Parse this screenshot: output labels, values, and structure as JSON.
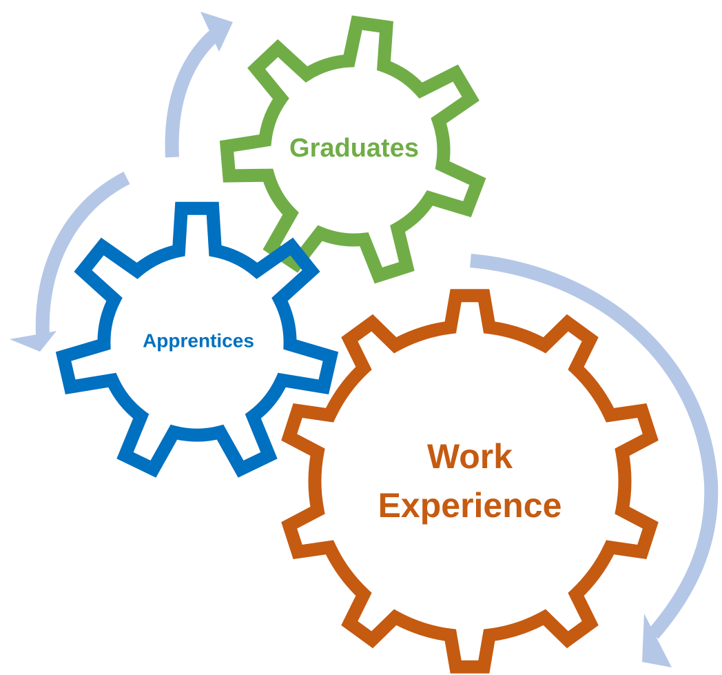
{
  "diagram": {
    "title": "",
    "colors": {
      "graduates": "#70ad47",
      "apprentices": "#0070c0",
      "work_experience": "#c55a11",
      "arrows": "#b4c7e7",
      "background": "#ffffff"
    },
    "gears": [
      {
        "id": "graduates",
        "label": "Graduates",
        "teeth": 7
      },
      {
        "id": "apprentices",
        "label": "Apprentices",
        "teeth": 7
      },
      {
        "id": "work_experience",
        "label_line1": "Work",
        "label_line2": "Experience",
        "teeth": 10
      }
    ],
    "arrows": [
      {
        "id": "arrow-top-left",
        "direction": "clockwise",
        "icon": "curved-arrow-icon"
      },
      {
        "id": "arrow-left",
        "direction": "counterclockwise",
        "icon": "curved-arrow-icon"
      },
      {
        "id": "arrow-right",
        "direction": "clockwise",
        "icon": "curved-arrow-icon"
      }
    ]
  }
}
